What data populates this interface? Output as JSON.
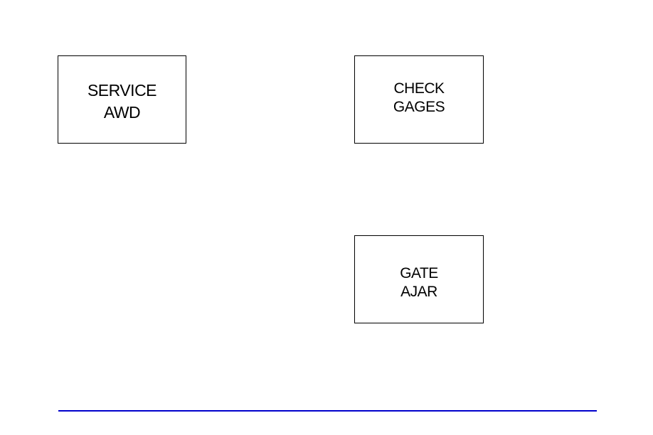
{
  "indicators": {
    "service_awd": {
      "line1": "SERVICE",
      "line2": "AWD"
    },
    "check_gages": {
      "line1": "CHECK",
      "line2": "GAGES"
    },
    "gate_ajar": {
      "line1": "GATE",
      "line2": "AJAR"
    }
  },
  "colors": {
    "footer_rule": "#0000cc",
    "box_border": "#000000"
  }
}
